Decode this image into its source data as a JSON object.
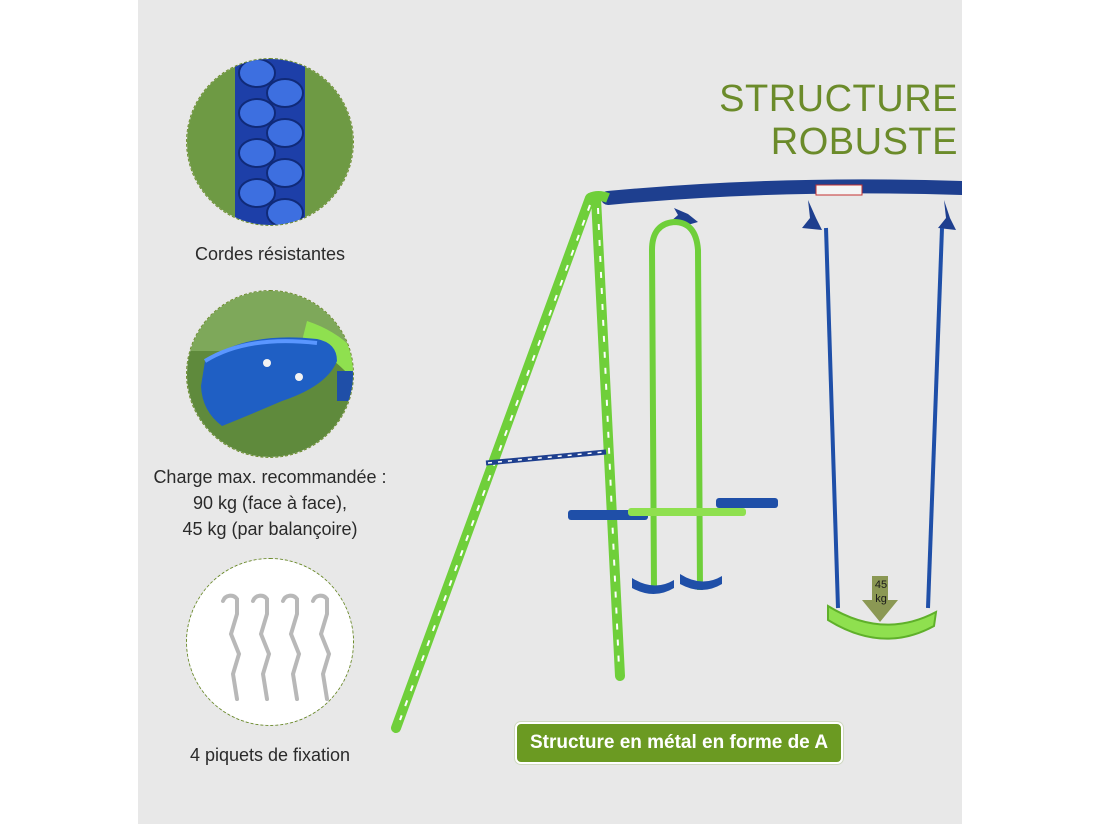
{
  "title": "STRUCTURE ROBUSTE",
  "features": [
    {
      "label_lines": [
        "Cordes résistantes"
      ]
    },
    {
      "label_lines": [
        "Charge max. recommandée :",
        "90 kg (face à face),",
        "45 kg (par balançoire)"
      ]
    },
    {
      "label_lines": [
        "4 piquets de fixation"
      ]
    }
  ],
  "weight_badge": {
    "value": "45",
    "unit": "kg"
  },
  "caption": "Structure en métal en forme de A",
  "colors": {
    "title_green": "#6b8b2a",
    "frame_green": "#6fcf3a",
    "frame_blue": "#1e3f8f",
    "seat_blue": "#1f5fc4",
    "caption_bg": "#6b9a22"
  }
}
